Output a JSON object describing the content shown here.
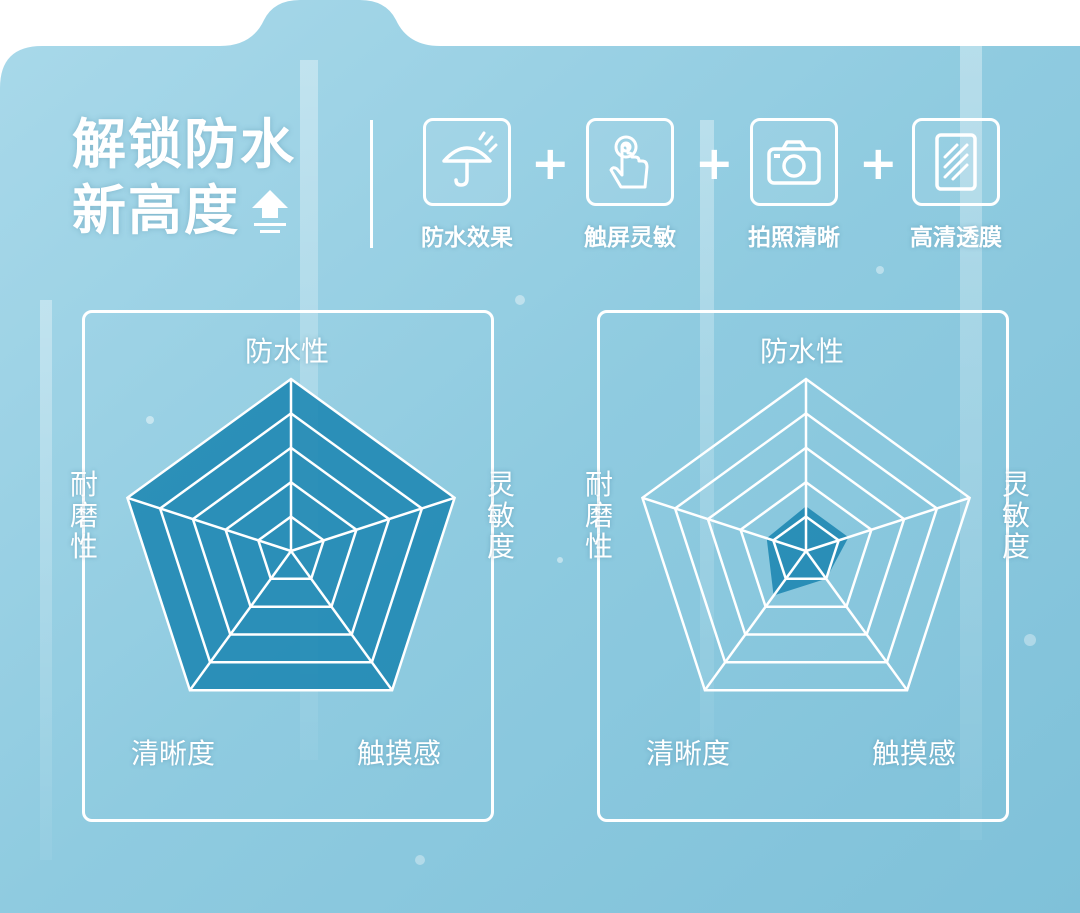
{
  "headline": {
    "line1": "解锁防水",
    "line2": "新高度"
  },
  "features": [
    {
      "label": "防水效果",
      "icon": "umbrella-icon"
    },
    {
      "label": "触屏灵敏",
      "icon": "touch-hand-icon"
    },
    {
      "label": "拍照清晰",
      "icon": "camera-icon"
    },
    {
      "label": "高清透膜",
      "icon": "screen-film-icon"
    }
  ],
  "plus_sign": "+",
  "colors": {
    "background": "#8fcbe0",
    "fill": "#1c86b2",
    "line": "#ffffff"
  },
  "chart_data": [
    {
      "type": "radar",
      "axes": [
        "防水性",
        "灵敏度",
        "触摸感",
        "清晰度",
        "耐磨性"
      ],
      "levels": 5,
      "range": [
        0,
        5
      ],
      "values": [
        5,
        5,
        5,
        5,
        5
      ],
      "grid": true
    },
    {
      "type": "radar",
      "axes": [
        "防水性",
        "灵敏度",
        "触摸感",
        "清晰度",
        "耐磨性"
      ],
      "levels": 5,
      "range": [
        0,
        5
      ],
      "values": [
        1.3,
        1.3,
        1.0,
        1.6,
        1.2
      ],
      "grid": true
    }
  ]
}
